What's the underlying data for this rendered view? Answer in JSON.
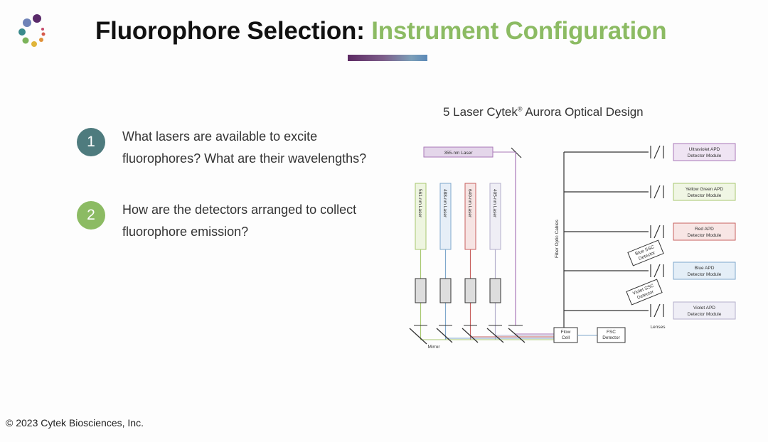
{
  "title": {
    "part1": "Fluorophore Selection:",
    "part2": "Instrument Configuration"
  },
  "questions": [
    {
      "num": "1",
      "text": "What lasers are available to excite fluorophores? What are their wavelengths?"
    },
    {
      "num": "2",
      "text": "How are the detectors arranged to collect fluorophore emission?"
    }
  ],
  "diagram": {
    "title": "5 Laser Cytek",
    "title_reg": "®",
    "title_rest": "Aurora Optical Design",
    "top_laser": "355-nm Laser",
    "lasers": [
      "561-nm Laser",
      "488-nm Laser",
      "640-nm Laser",
      "405-nm Laser"
    ],
    "fiber_label": "Fiber Optic Cables",
    "modules": [
      {
        "line1": "Ultraviolet APD",
        "line2": "Detector Module"
      },
      {
        "line1": "Yellow Green APD",
        "line2": "Detector Module"
      },
      {
        "line1": "Red APD",
        "line2": "Detector Module"
      },
      {
        "line1": "Blue APD",
        "line2": "Detector Module"
      },
      {
        "line1": "Violet APD",
        "line2": "Detector Module"
      }
    ],
    "ssc": [
      {
        "line1": "Blue SSC",
        "line2": "Detector"
      },
      {
        "line1": "Violet SSC",
        "line2": "Detector"
      }
    ],
    "lenses_label": "Lenses",
    "mirror_label": "Mirror",
    "flow_cell": {
      "line1": "Flow",
      "line2": "Cell"
    },
    "fsc": {
      "line1": "FSC",
      "line2": "Detector"
    }
  },
  "footer": "© 2023 Cytek Biosciences, Inc.",
  "colors": {
    "green": "#8cbb63",
    "teal": "#4e7b7e",
    "uv": "#a978b8",
    "yg": "#a8c870",
    "red": "#c8615f",
    "blue": "#7fa8cc",
    "violet": "#b4b0cc"
  }
}
